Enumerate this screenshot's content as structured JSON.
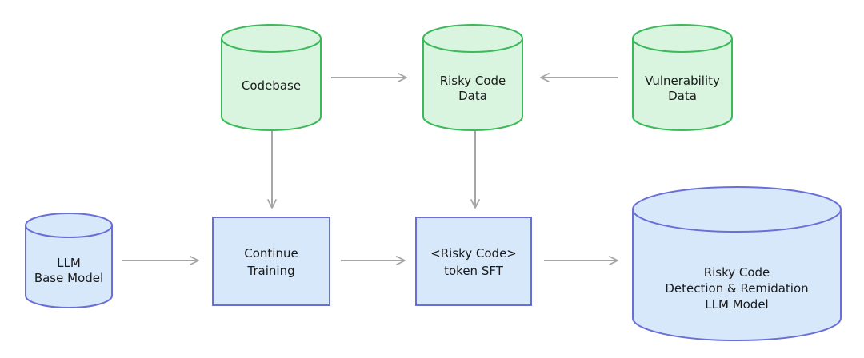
{
  "colors": {
    "data_fill": "#d9f5df",
    "data_stroke": "#3cb95a",
    "model_fill": "#d6e8fa",
    "model_stroke": "#6a6fd8",
    "arrow": "#a6a6a6"
  },
  "nodes": {
    "codebase": {
      "lines": [
        "Codebase"
      ]
    },
    "risky_code_data": {
      "lines": [
        "Risky Code",
        "Data"
      ]
    },
    "vulnerability_data": {
      "lines": [
        "Vulnerability",
        "Data"
      ]
    },
    "llm_base": {
      "lines": [
        "LLM",
        "Base Model"
      ]
    },
    "continue_training": {
      "lines": [
        "Continue",
        "Training"
      ]
    },
    "risky_token_sft": {
      "lines": [
        "<Risky Code>",
        "token SFT"
      ]
    },
    "final_model": {
      "lines": [
        "Risky Code",
        "Detection & Remidation",
        "LLM Model"
      ]
    }
  },
  "edges": [
    {
      "from": "codebase",
      "to": "risky_code_data"
    },
    {
      "from": "vulnerability_data",
      "to": "risky_code_data"
    },
    {
      "from": "codebase",
      "to": "continue_training"
    },
    {
      "from": "risky_code_data",
      "to": "risky_token_sft"
    },
    {
      "from": "llm_base",
      "to": "continue_training"
    },
    {
      "from": "continue_training",
      "to": "risky_token_sft"
    },
    {
      "from": "risky_token_sft",
      "to": "final_model"
    }
  ]
}
